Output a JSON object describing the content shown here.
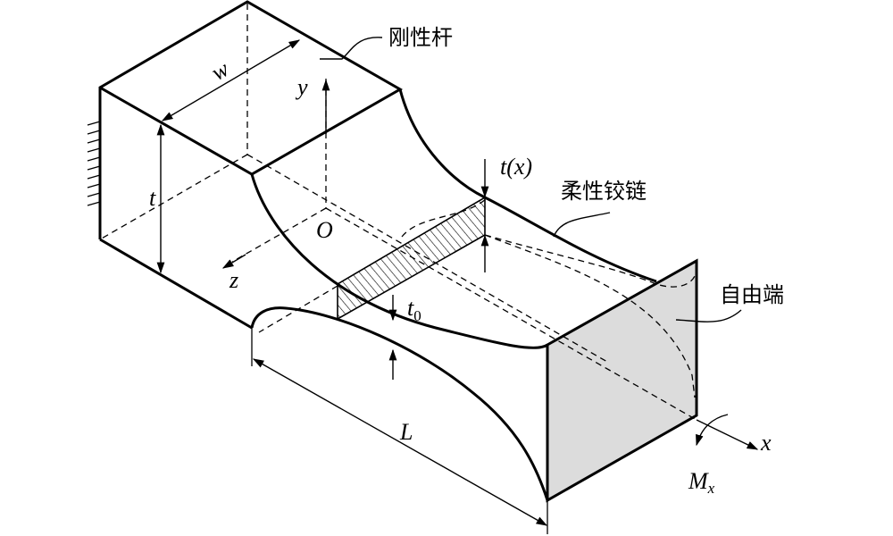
{
  "labels": {
    "rigid_rod": "刚性杆",
    "flexible_hinge": "柔性铰链",
    "free_end": "自由端",
    "width": "w",
    "thickness": "t",
    "axis_y": "y",
    "axis_z": "z",
    "axis_x": "x",
    "origin": "O",
    "thickness_x": "t(x)",
    "min_thickness": "t",
    "min_thickness_sub": "0",
    "length": "L",
    "moment": "M",
    "moment_sub": "x"
  },
  "colors": {
    "free_end_fill": "#dcdcdc",
    "stroke": "#000000"
  }
}
